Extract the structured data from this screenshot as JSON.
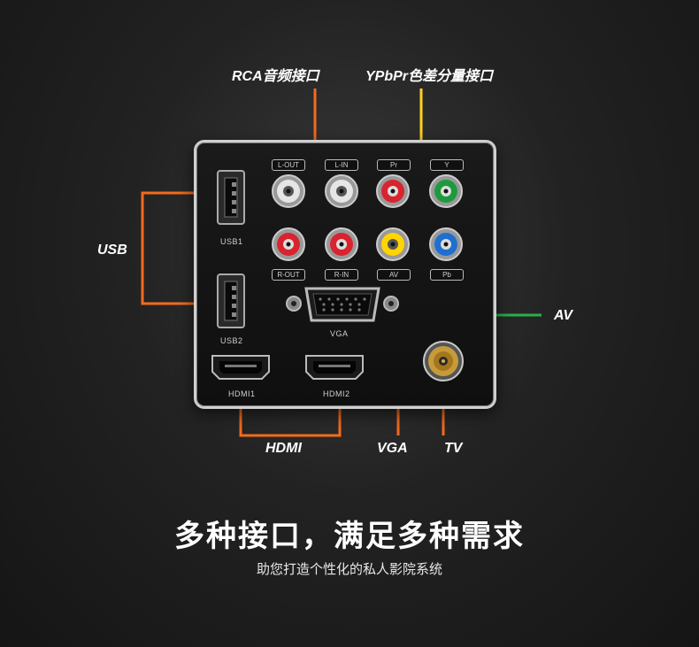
{
  "callouts": {
    "rca": "RCA音频接口",
    "ypbpr": "YPbPr色差分量接口",
    "usb": "USB",
    "av": "AV",
    "hdmi": "HDMI",
    "vga": "VGA",
    "tv": "TV"
  },
  "panel_labels": {
    "usb1": "USB1",
    "usb2": "USB2",
    "vga": "VGA",
    "hdmi1": "HDMI1",
    "hdmi2": "HDMI2",
    "l_out": "L-OUT",
    "l_in": "L-IN",
    "r_out": "R-OUT",
    "r_in": "R-IN",
    "pr": "Pr",
    "y": "Y",
    "av": "AV",
    "pb": "Pb"
  },
  "headline": "多种接口，满足多种需求",
  "subline": "助您打造个性化的私人影院系统",
  "colors": {
    "orange": "#f26b1d",
    "yellow": "#ffd21f",
    "green": "#27b04a",
    "jack_white": "#e6e6e6",
    "jack_red": "#d8242f",
    "jack_green": "#1e9a3e",
    "jack_yellow": "#ffd400",
    "jack_blue": "#1f6fd1"
  }
}
